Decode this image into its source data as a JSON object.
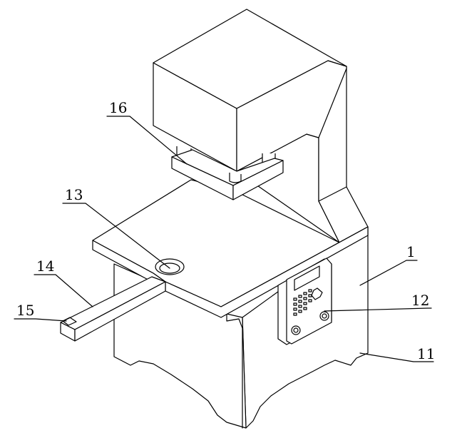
{
  "labels": {
    "l1": "1",
    "l11": "11",
    "l12": "12",
    "l13": "13",
    "l14": "14",
    "l15": "15",
    "l16": "16"
  }
}
